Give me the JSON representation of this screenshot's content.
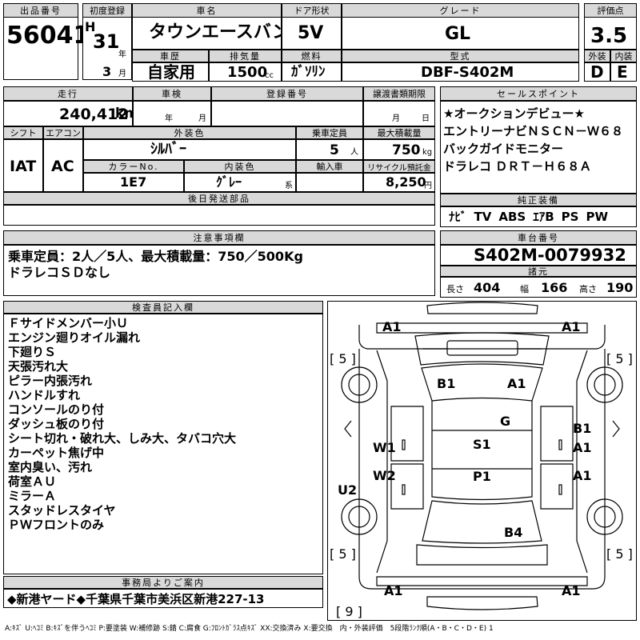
{
  "header": {
    "lot_no_label": "出品番号",
    "lot_no": "56041",
    "first_reg_label": "初度登録",
    "era": "H",
    "year_num": "31",
    "year_unit": "年",
    "month_num": "3",
    "month_unit": "月",
    "car_name_label": "車名",
    "car_name": "タウンエースバン",
    "door_label": "ドア形状",
    "door": "5V",
    "grade_label": "グレード",
    "grade": "GL",
    "score_label": "評価点",
    "score": "3.5",
    "ext_label": "外装",
    "ext_grade": "D",
    "int_label": "内装",
    "int_grade": "E",
    "history_label": "車歴",
    "history": "自家用",
    "displacement_label": "排気量",
    "displacement": "1500",
    "displacement_unit": "cc",
    "fuel_label": "燃料",
    "fuel": "ｶﾞｿﾘﾝ",
    "model_label": "型式",
    "model": "DBF-S402M"
  },
  "spec": {
    "mileage_label": "走行",
    "mileage": "240,412",
    "mileage_unit": "km",
    "inspection_label": "車検",
    "insp_year_unit": "年",
    "insp_month_unit": "月",
    "reg_no_label": "登録番号",
    "transfer_label": "譲渡書類期限",
    "transfer_month_unit": "月",
    "transfer_day_unit": "日",
    "shift_label": "シフト",
    "shift": "IAT",
    "ac_label": "エアコン",
    "ac": "AC",
    "ext_color_label": "外装色",
    "ext_color": "ｼﾙﾊﾞｰ",
    "capacity_label": "乗車定員",
    "capacity": "5",
    "capacity_unit": "人",
    "max_load_label": "最大積載量",
    "max_load": "750",
    "max_load_unit": "kg",
    "color_no_label": "カラーNo.",
    "color_no": "1E7",
    "int_color_label": "内装色",
    "int_color": "ｸﾞﾚｰ",
    "int_color_unit": "系",
    "import_label": "輸入車",
    "recycle_label": "リサイクル預託金",
    "recycle": "8,250",
    "recycle_unit": "円",
    "later_parts_label": "後日発送部品"
  },
  "sales_points": {
    "label": "セールスポイント",
    "lines": [
      "★オークションデビュー★",
      "エントリーナビＮＳＣＮ－Ｗ６８",
      "バックガイドモニター",
      "ドラレコ ＤＲＴ－Ｈ６８Ａ"
    ]
  },
  "equipment": {
    "label": "純正装備",
    "items": [
      "ﾅﾋﾞ",
      "TV",
      "ABS",
      "ｴｱB",
      "PS",
      "PW"
    ]
  },
  "notes": {
    "label": "注意事項欄",
    "lines": [
      "乗車定員：2人／5人、最大積載量：750／500Kg",
      "ドラレコＳＤなし"
    ]
  },
  "chassis": {
    "label": "車台番号",
    "number": "S402M-0079932"
  },
  "dims": {
    "label": "諸元",
    "length_label": "長さ",
    "length": "404",
    "width_label": "幅",
    "width": "166",
    "height_label": "高さ",
    "height": "190"
  },
  "inspector": {
    "label": "検査員記入欄",
    "lines": [
      "Ｆサイドメンバー小Ｕ",
      "エンジン廻りオイル漏れ",
      "下廻りＳ",
      "天張汚れ大",
      "ピラー内張汚れ",
      "ハンドルすれ",
      "コンソールのり付",
      "ダッシュ板のり付",
      "シート切れ・破れ大、しみ大、タバコ穴大",
      "カーペット焦げ中",
      "室内臭い、汚れ",
      "荷室ＡＵ",
      "ミラーＡ",
      "スタッドレスタイヤ",
      "ＰＷフロントのみ"
    ]
  },
  "office": {
    "label": "事務局よりご案内",
    "text": "◆新港ヤード◆千葉県千葉市美浜区新港227-13"
  },
  "diagram": {
    "marks": {
      "a1_tl": "A1",
      "a1_tr": "A1",
      "b1_roof": "B1",
      "a1_roof": "A1",
      "g": "G",
      "b1_r": "B1",
      "w1": "W1",
      "s1": "S1",
      "a1_r1": "A1",
      "w2": "W2",
      "p1": "P1",
      "a1_r2": "A1",
      "u2": "U2",
      "b4": "B4",
      "a1_bl": "A1",
      "a1_br": "A1"
    },
    "tire_tl": "[ 5 ]",
    "tire_tr": "[ 5 ]",
    "tire_bl": "[ 5 ]",
    "tire_br": "[ 5 ]",
    "spare": "[ 9 ]"
  },
  "legend": "A:ｷｽﾞ U:ﾍｺﾐ B:ｷｽﾞを伴うﾍｺﾐ P:要塗装 W:補修跡 S:錆 C:腐食 G:ﾌﾛﾝﾄｶﾞﾗｽ点ｷｽﾞ XX:交換済み X:要交換　内・外装評価　5段階ﾗﾝｸ順(A・B・C・D・E) 1"
}
